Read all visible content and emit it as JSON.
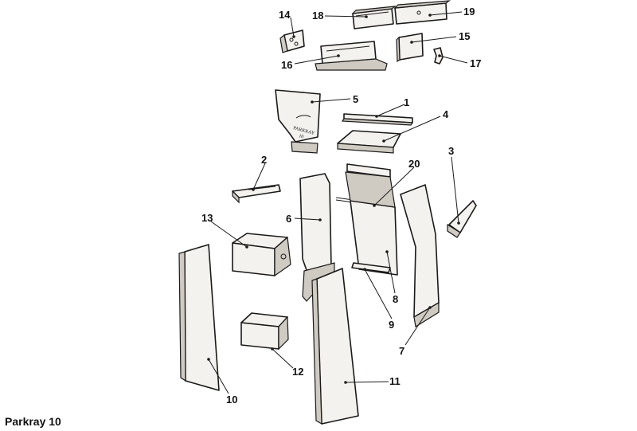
{
  "caption": "Parkray 10",
  "panel_marking": {
    "brand": "PARKRAY",
    "model": "10"
  },
  "callouts": [
    {
      "id": "1",
      "label": "1"
    },
    {
      "id": "2",
      "label": "2"
    },
    {
      "id": "3",
      "label": "3"
    },
    {
      "id": "4",
      "label": "4"
    },
    {
      "id": "5",
      "label": "5"
    },
    {
      "id": "6",
      "label": "6"
    },
    {
      "id": "7",
      "label": "7"
    },
    {
      "id": "8",
      "label": "8"
    },
    {
      "id": "9",
      "label": "9"
    },
    {
      "id": "10",
      "label": "10"
    },
    {
      "id": "11",
      "label": "11"
    },
    {
      "id": "12",
      "label": "12"
    },
    {
      "id": "13",
      "label": "13"
    },
    {
      "id": "14",
      "label": "14"
    },
    {
      "id": "15",
      "label": "15"
    },
    {
      "id": "16",
      "label": "16"
    },
    {
      "id": "17",
      "label": "17"
    },
    {
      "id": "18",
      "label": "18"
    },
    {
      "id": "19",
      "label": "19"
    },
    {
      "id": "20",
      "label": "20"
    }
  ]
}
